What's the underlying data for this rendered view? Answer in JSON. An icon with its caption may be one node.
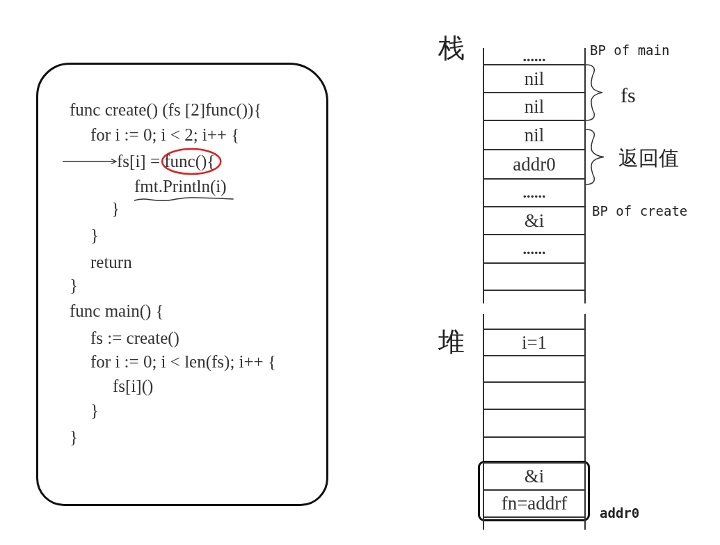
{
  "diagram": {
    "nodes": [
      {
        "text": [],
        "shape": "box"
      },
      {
        "text": [
          "func create() (fs [2]func()){"
        ],
        "in": 0
      },
      {
        "text": [
          "for i := 0; i < 2; i++ {"
        ],
        "in": 0
      },
      {
        "text": [
          "fs[i] = func(){"
        ],
        "in": 0
      },
      {
        "text": [
          "fmt.Println(i)"
        ],
        "in": 0
      },
      {
        "text": [
          "}"
        ],
        "in": 0
      },
      {
        "text": [
          "}"
        ],
        "in": 0
      },
      {
        "text": [
          "return"
        ],
        "in": 0
      },
      {
        "text": [
          "}"
        ],
        "in": 0
      },
      {
        "text": [
          "func main() {"
        ],
        "in": 0
      },
      {
        "text": [
          "fs := create()"
        ],
        "in": 0
      },
      {
        "text": [
          "for i := 0; i < len(fs); i++ {"
        ],
        "in": 0
      },
      {
        "text": [
          "fs[i]()"
        ],
        "in": 0
      },
      {
        "text": [
          "}"
        ],
        "in": 0
      },
      {
        "text": [
          "}"
        ],
        "in": 0
      },
      {
        "text": [
          "......"
        ]
      },
      {
        "text": [
          "nil"
        ]
      },
      {
        "text": [
          "nil"
        ]
      },
      {
        "text": [
          "nil"
        ]
      },
      {
        "text": [
          "addr0"
        ]
      },
      {
        "text": [
          "......"
        ]
      },
      {
        "text": [
          "&i"
        ]
      },
      {
        "text": [
          "......"
        ]
      },
      {
        "text": [],
        "shape": "box"
      },
      {
        "text": [],
        "shape": "box"
      },
      {
        "text": [],
        "shape": "box"
      },
      {
        "text": [
          "i=1"
        ]
      },
      {
        "text": [],
        "shape": "box"
      },
      {
        "text": [],
        "shape": "box"
      },
      {
        "text": [],
        "shape": "box"
      },
      {
        "text": [],
        "shape": "box"
      },
      {
        "text": [],
        "shape": "box",
        "beside": [
          "addr0"
        ]
      },
      {
        "text": [
          "&i"
        ],
        "in": 31
      },
      {
        "text": [
          "fn=addrf"
        ],
        "in": 31
      },
      {
        "text": [],
        "shape": "box"
      }
    ],
    "edges": [
      {
        "from": null,
        "to": 3,
        "arrow": "to"
      }
    ],
    "labels": [
      "栈",
      "BP of main",
      "fs",
      "返回值",
      "BP of create",
      "堆"
    ]
  }
}
